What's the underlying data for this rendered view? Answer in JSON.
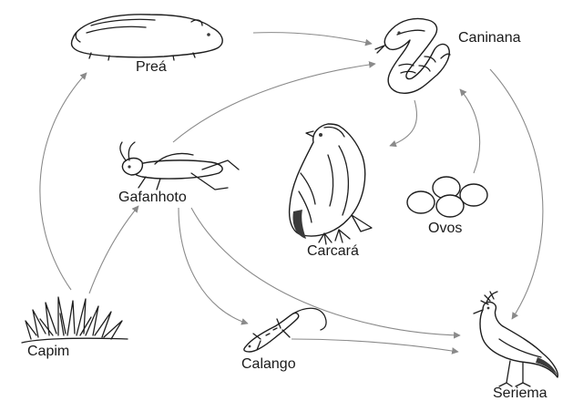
{
  "organisms": {
    "prea": "Preá",
    "caninana": "Caninana",
    "gafanhoto": "Gafanhoto",
    "carcara": "Carcará",
    "ovos": "Ovos",
    "capim": "Capim",
    "calango": "Calango",
    "seriema": "Seriema"
  },
  "links": [
    {
      "from": "Capim",
      "to": "Preá"
    },
    {
      "from": "Capim",
      "to": "Gafanhoto"
    },
    {
      "from": "Preá",
      "to": "Caninana"
    },
    {
      "from": "Gafanhoto",
      "to": "Caninana"
    },
    {
      "from": "Gafanhoto",
      "to": "Calango"
    },
    {
      "from": "Gafanhoto",
      "to": "Seriema"
    },
    {
      "from": "Caninana",
      "to": "Carcará"
    },
    {
      "from": "Caninana",
      "to": "Seriema"
    },
    {
      "from": "Ovos",
      "to": "Caninana"
    },
    {
      "from": "Calango",
      "to": "Seriema"
    }
  ],
  "colors": {
    "ink": "#1e1e1e",
    "arrow": "#8a8a8a",
    "background": "#ffffff"
  }
}
